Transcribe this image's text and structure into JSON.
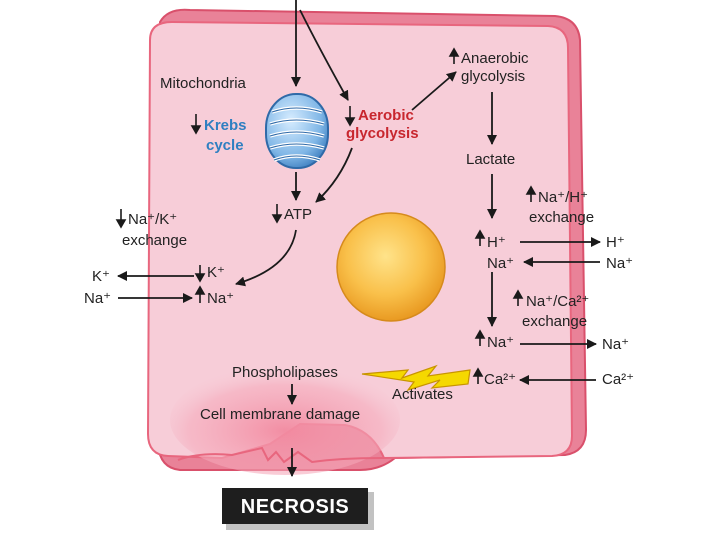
{
  "labels": {
    "mitochondria": "Mitochondria",
    "krebs_line1": "Krebs",
    "krebs_line2": "cycle",
    "aerobic_line1": "Aerobic",
    "aerobic_line2": "glycolysis",
    "anaerobic_line1": "Anaerobic",
    "anaerobic_line2": "glycolysis",
    "lactate": "Lactate",
    "atp": "ATP",
    "na_k_line1": "Na⁺/K⁺",
    "na_k_line2": "exchange",
    "k_out": "K⁺",
    "k_in": "K⁺",
    "na_out": "Na⁺",
    "na_in": "Na⁺",
    "na_h_line1": "Na⁺/H⁺",
    "na_h_line2": "exchange",
    "h_in": "H⁺",
    "h_out": "H⁺",
    "na_mid": "Na⁺",
    "na_ext": "Na⁺",
    "na_ca_line1": "Na⁺/Ca²⁺",
    "na_ca_line2": "exchange",
    "na_low": "Na⁺",
    "na_low_ext": "Na⁺",
    "phospholipases": "Phospholipases",
    "activates": "Activates",
    "ca_in": "Ca²⁺",
    "ca_out": "Ca²⁺",
    "membrane_damage": "Cell membrane damage",
    "necrosis": "NECROSIS"
  },
  "colors": {
    "cell_fill": "#f7cdd8",
    "cell_edge": "#e8667e",
    "outer_cell": "#e8758b",
    "krebs": "#2f7fc1",
    "aerobic": "#c8262e",
    "nucleus": "#f7b733",
    "mito": "#7fb6e6",
    "necrosis_box": "#1e1e1e",
    "bolt": "#f5d800"
  }
}
